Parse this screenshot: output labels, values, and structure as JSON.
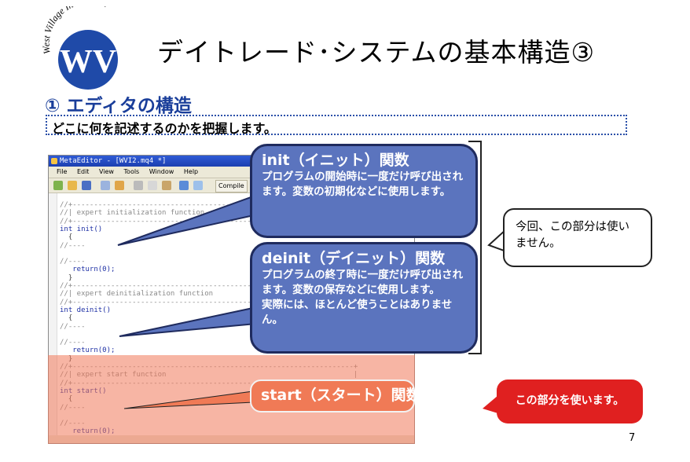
{
  "logo": {
    "text": "West Village Investment",
    "mark": "WV"
  },
  "slide": {
    "title": "デイトレード･システムの基本構造③",
    "section": "① エディタの構造",
    "subtitle": "どこに何を記述するのかを把握します。",
    "page_number": "7"
  },
  "editor": {
    "window_title": "MetaEditor - [WVI2.mq4 *]",
    "menu": [
      "File",
      "Edit",
      "View",
      "Tools",
      "Window",
      "Help"
    ],
    "compile_label": "Compile",
    "code_lines": [
      {
        "text": "//+------------------------------------------------------------------+",
        "cls": "cm"
      },
      {
        "text": "//| expert initialization function                                   |",
        "cls": "cm"
      },
      {
        "text": "//+------------------------------------------------------------------+",
        "cls": "cm"
      },
      {
        "text": "int init()",
        "cls": "kw"
      },
      {
        "text": "  {",
        "cls": ""
      },
      {
        "text": "//----",
        "cls": "cm"
      },
      {
        "text": "",
        "cls": ""
      },
      {
        "text": "//----",
        "cls": "cm"
      },
      {
        "text": "   return(0);",
        "cls": "kw"
      },
      {
        "text": "  }",
        "cls": ""
      },
      {
        "text": "//+------------------------------------------------------------------+",
        "cls": "cm"
      },
      {
        "text": "//| expert deinitialization function                                 |",
        "cls": "cm"
      },
      {
        "text": "//+------------------------------------------------------------------+",
        "cls": "cm"
      },
      {
        "text": "int deinit()",
        "cls": "kw"
      },
      {
        "text": "  {",
        "cls": ""
      },
      {
        "text": "//----",
        "cls": "cm"
      },
      {
        "text": "",
        "cls": ""
      },
      {
        "text": "//----",
        "cls": "cm"
      },
      {
        "text": "   return(0);",
        "cls": "kw"
      },
      {
        "text": "  }",
        "cls": ""
      },
      {
        "text": "//+------------------------------------------------------------------+",
        "cls": "cm"
      },
      {
        "text": "//| expert start function                                            |",
        "cls": "cm"
      },
      {
        "text": "//+------------------------------------------------------------------+",
        "cls": "cm"
      },
      {
        "text": "int start()",
        "cls": "kw"
      },
      {
        "text": "  {",
        "cls": ""
      },
      {
        "text": "//----",
        "cls": "cm"
      },
      {
        "text": "",
        "cls": ""
      },
      {
        "text": "//----",
        "cls": "cm"
      },
      {
        "text": "   return(0);",
        "cls": "kw"
      },
      {
        "text": "  }",
        "cls": ""
      },
      {
        "text": "//+------------------------------------------------------------------+",
        "cls": "cm"
      }
    ]
  },
  "callouts": {
    "init": {
      "heading": "init（イニット）関数",
      "body": "プログラムの開始時に一度だけ呼び出されます。変数の初期化などに使用します。"
    },
    "deinit": {
      "heading": "deinit（デイニット）関数",
      "body": "プログラムの終了時に一度だけ呼び出されます。変数の保存などに使用します。",
      "body2": "実際には、ほとんど使うことはありません。"
    },
    "start": {
      "heading": "start（スタート）関数"
    },
    "note": "今回、この部分は使いません。",
    "use": "この部分を使います。"
  },
  "colors": {
    "title_blue": "#1a3e9a",
    "callout_blue": "#5b74be",
    "start_orange": "#f07a56",
    "use_red": "#e02020",
    "logo_blue": "#1f4aa8"
  }
}
